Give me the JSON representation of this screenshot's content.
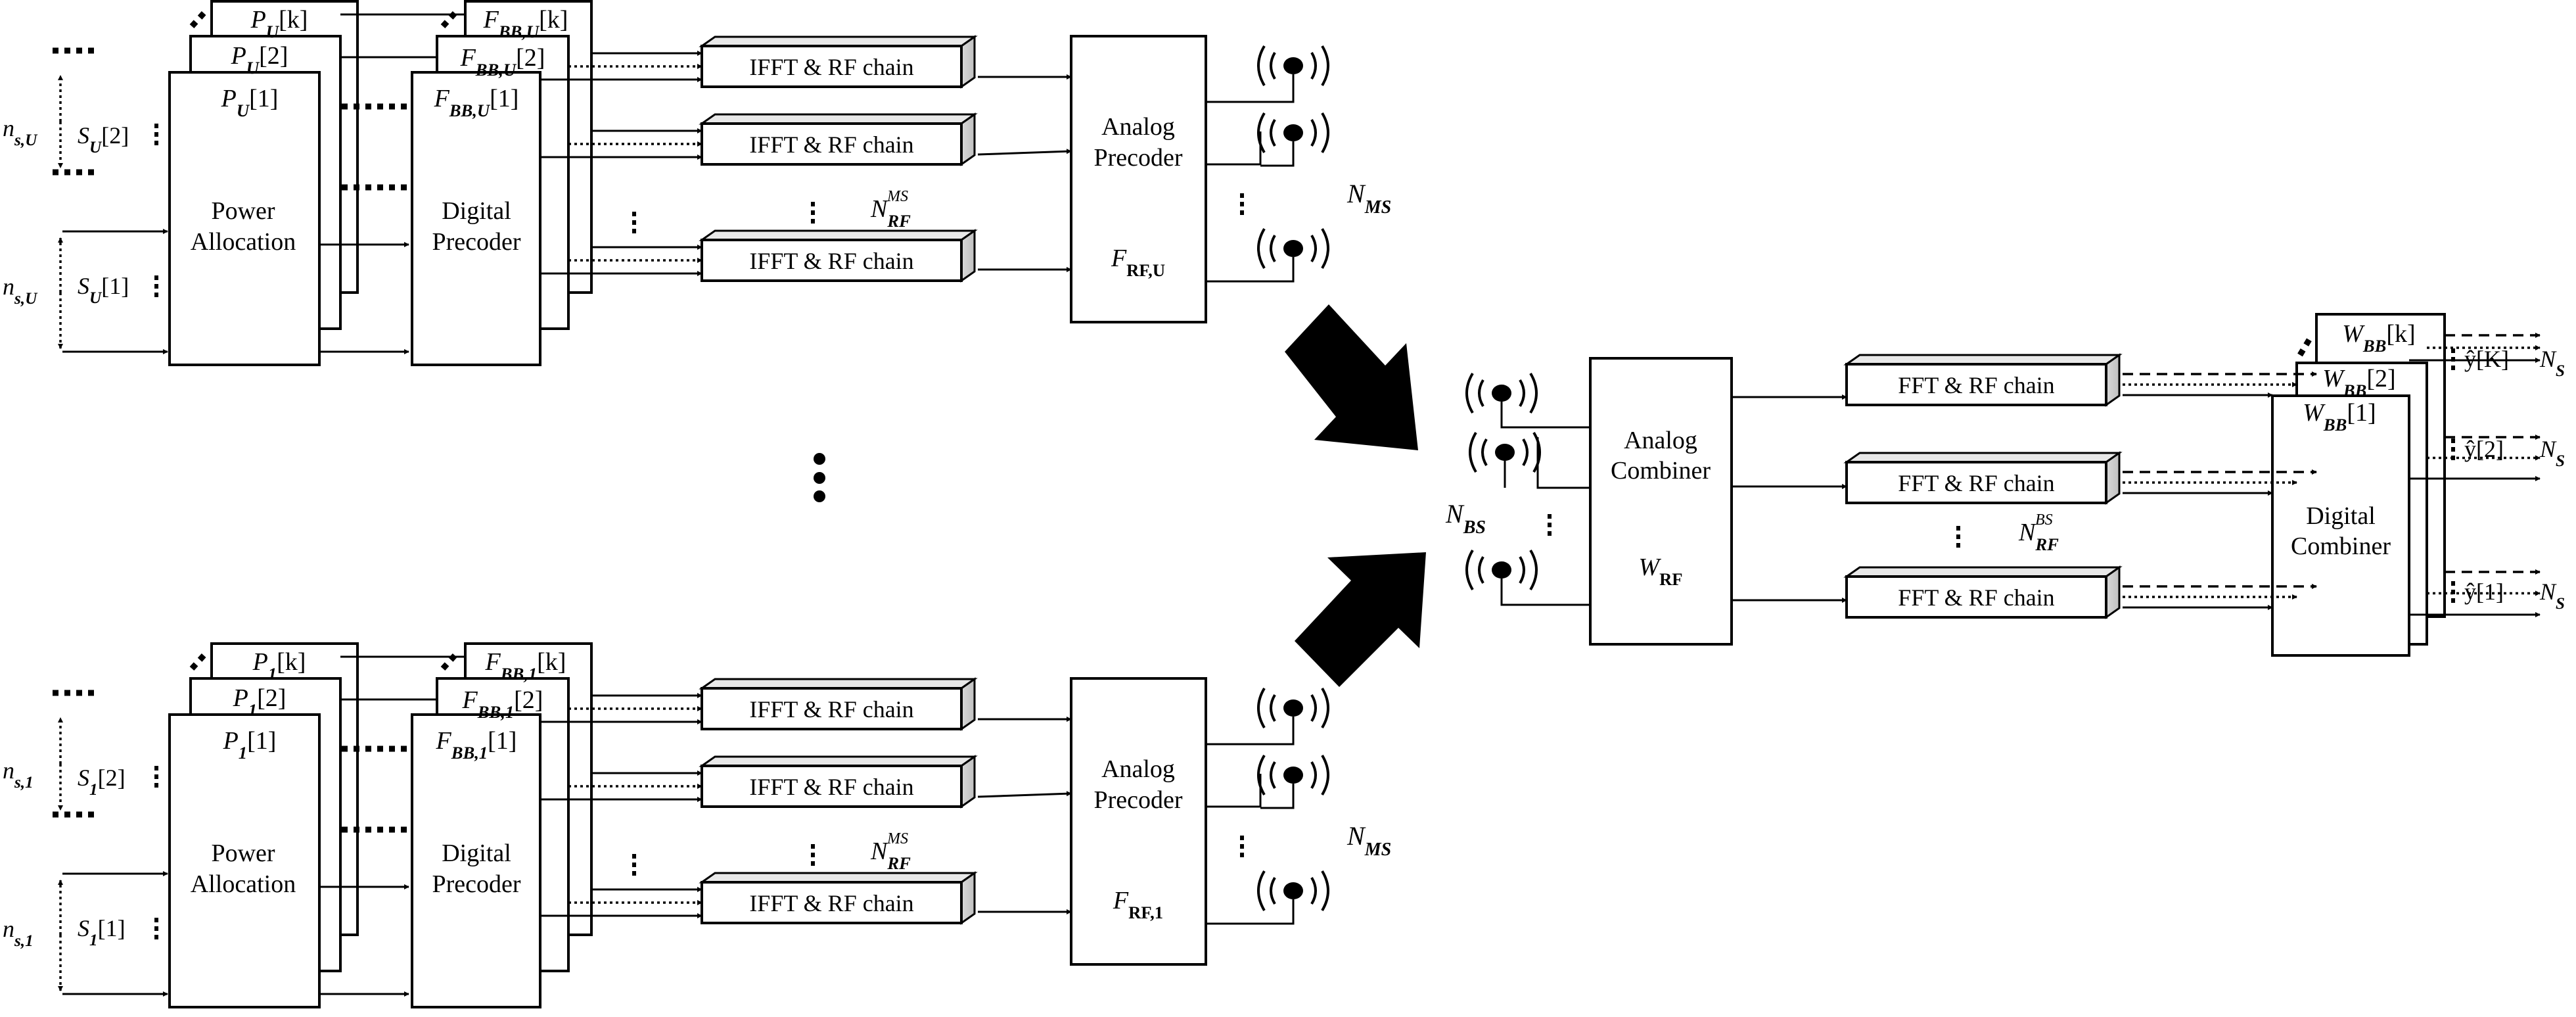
{
  "transmitter_upper": {
    "power_labels": [
      "P_U[k]",
      "P_U[2]",
      "P_U[1]"
    ],
    "power_block": [
      "Power",
      "Allocation"
    ],
    "precoder_labels": [
      "F_BB,U[k]",
      "F_BB,U[2]",
      "F_BB,U[1]"
    ],
    "precoder_block": [
      "Digital",
      "Precoder"
    ],
    "stream_labels": [
      "S_U[2]",
      "S_U[1]"
    ],
    "ns_label": "n_s,U",
    "chains": [
      "IFFT & RF chain",
      "IFFT & RF chain",
      "IFFT & RF chain"
    ],
    "nrf_label": "N_RF^MS",
    "analog": [
      "Analog",
      "Precoder"
    ],
    "frf_label": "F_RF,U",
    "nms_label": "N_MS"
  },
  "transmitter_lower": {
    "power_labels": [
      "P_1[k]",
      "P_1[2]",
      "P_1[1]"
    ],
    "power_block": [
      "Power",
      "Allocation"
    ],
    "precoder_labels": [
      "F_BB,1[k]",
      "F_BB,1[2]",
      "F_BB,1[1]"
    ],
    "precoder_block": [
      "Digital",
      "Precoder"
    ],
    "stream_labels": [
      "S_1[2]",
      "S_1[1]"
    ],
    "ns_label": "n_s,1",
    "chains": [
      "IFFT & RF chain",
      "IFFT & RF chain",
      "IFFT & RF chain"
    ],
    "nrf_label": "N_RF^MS",
    "analog": [
      "Analog",
      "Precoder"
    ],
    "frf_label": "F_RF,1",
    "nms_label": "N_MS"
  },
  "receiver": {
    "nbs_label": "N_BS",
    "analog": [
      "Analog",
      "Combiner"
    ],
    "wrf_label": "W_RF",
    "chains": [
      "FFT & RF chain",
      "FFT & RF chain",
      "FFT & RF chain"
    ],
    "nrf_label": "N_RF^BS",
    "combiner_labels": [
      "W_BB[k]",
      "W_BB[2]",
      "W_BB[1]"
    ],
    "combiner_block": [
      "Digital",
      "Combiner"
    ],
    "outputs": [
      "ŷ[K]",
      "ŷ[2]",
      "ŷ[1]"
    ],
    "ns_label": "N_S"
  }
}
